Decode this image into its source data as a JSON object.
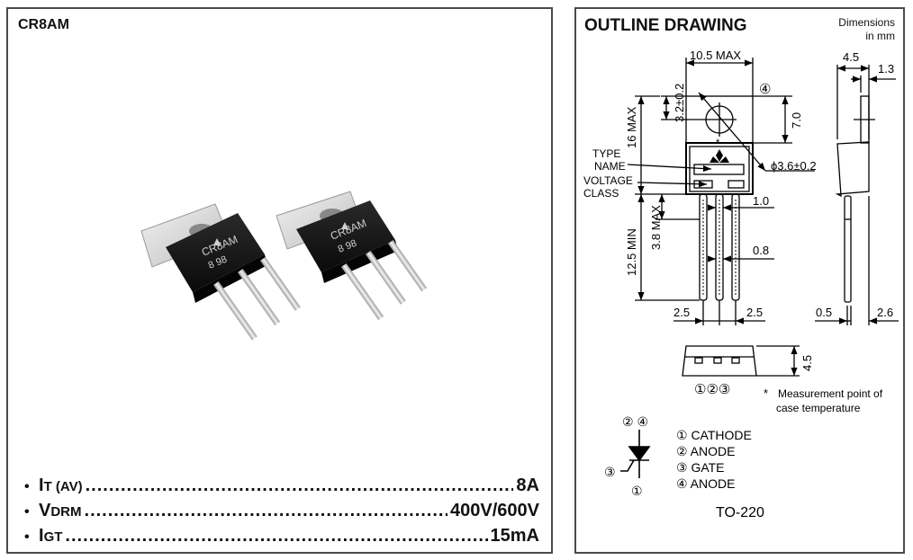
{
  "part_number": "CR8AM",
  "photo": {
    "marking_line1": "CR8AM",
    "marking_line2": "8  98"
  },
  "specs": [
    {
      "symbol_main": "I",
      "symbol_sub": "T (AV)",
      "value": "8A"
    },
    {
      "symbol_main": "V",
      "symbol_sub": "DRM",
      "value": "400V/600V"
    },
    {
      "symbol_main": "I",
      "symbol_sub": "GT",
      "value": "15mA"
    }
  ],
  "outline": {
    "title": "OUTLINE DRAWING",
    "dims_note_line1": "Dimensions",
    "dims_note_line2": "in mm",
    "dims": {
      "width_max": "10.5 MAX",
      "hole_offset": "3.2±0.2",
      "height_max": "16 MAX",
      "tab_height": "7.0",
      "hole_dia": "ϕ3.6±0.2",
      "lead_min": "12.5 MIN",
      "shoulder_max": "3.8 MAX",
      "lead_width_top": "1.0",
      "lead_width": "0.8",
      "pitch_left": "2.5",
      "pitch_right": "2.5",
      "thickness": "4.5",
      "tab_thickness": "1.3",
      "lead_thickness": "0.5",
      "lead_offset": "2.6",
      "bottom_height": "4.5"
    },
    "labels": {
      "type_name_1": "TYPE",
      "type_name_2": "NAME",
      "voltage_class_1": "VOLTAGE",
      "voltage_class_2": "CLASS",
      "pin4_marker": "④",
      "pins_bottom": "①②③",
      "asterisk": "*",
      "measurement_note_1": "Measurement point of",
      "measurement_note_2": "case temperature"
    },
    "symbol": {
      "top_pins": "② ④",
      "gate_pin": "③",
      "bottom_pin": "①"
    },
    "pin_legend": [
      "① CATHODE",
      "② ANODE",
      "③ GATE",
      "④ ANODE"
    ],
    "package": "TO-220"
  }
}
